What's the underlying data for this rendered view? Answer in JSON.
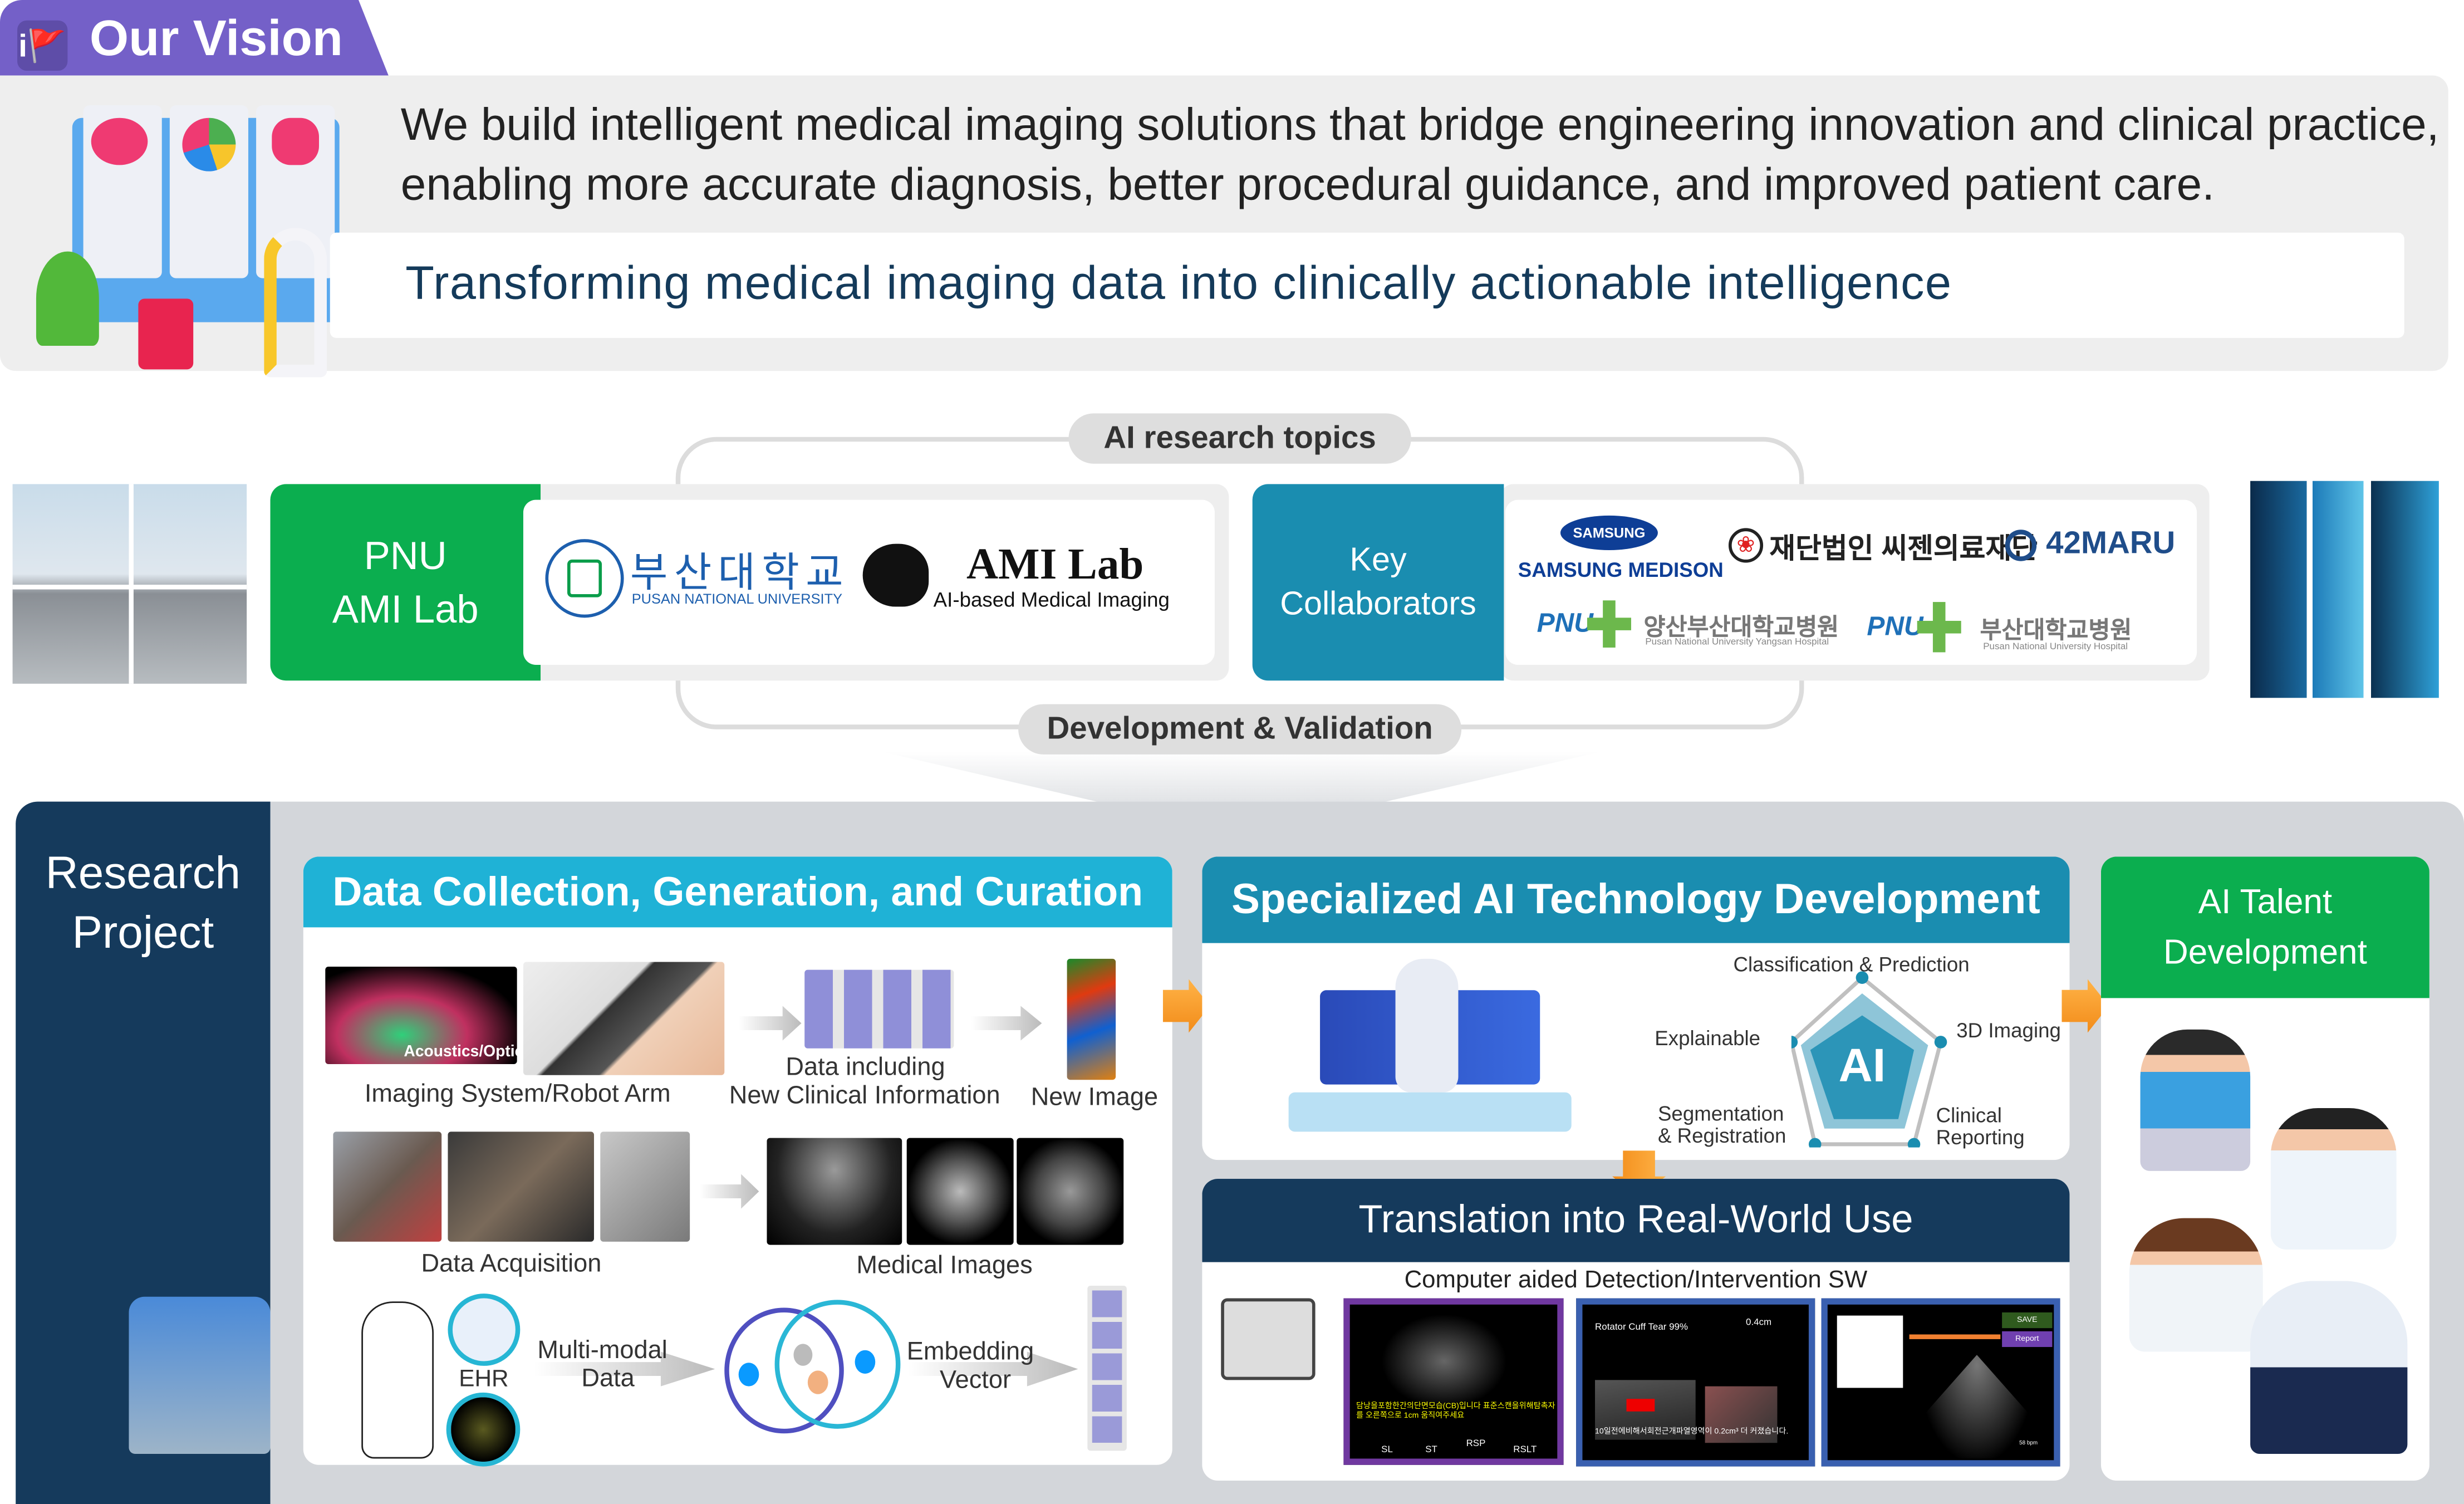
{
  "vision": {
    "title": "Our Vision",
    "statement": "We build intelligent medical imaging solutions that bridge engineering innovation and clinical practice, enabling more accurate diagnosis, better procedural guidance, and improved patient care.",
    "tagline": "Transforming medical imaging data into clinically actionable intelligence"
  },
  "hub": {
    "top_label": "AI research topics",
    "bottom_label": "Development & Validation",
    "lab": {
      "line1": "PNU",
      "line2": "AMI Lab"
    },
    "pnu_logo": {
      "korean": "부산대학교",
      "english": "PUSAN NATIONAL UNIVERSITY"
    },
    "ami_logo": {
      "title": "AMI Lab",
      "subtitle": "AI-based Medical Imaging"
    },
    "collaborators": {
      "line1": "Key",
      "line2": "Collaborators",
      "logos": [
        {
          "name": "SAMSUNG",
          "sub": "SAMSUNG MEDISON"
        },
        {
          "name": "재단법인 씨젠의료재단"
        },
        {
          "name": "42MARU"
        },
        {
          "name": "양산부산대학교병원",
          "sub": "Pusan National University Yangsan Hospital"
        },
        {
          "name": "부산대학교병원",
          "sub": "Pusan National University Hospital"
        }
      ],
      "pnuh_mark": "PNU"
    }
  },
  "research": {
    "title_line1": "Research",
    "title_line2": "Project",
    "data_collection": {
      "title": "Data Collection, Generation, and Curation",
      "acoustics_label": "Acoustics/Optic",
      "imaging_caption": "Imaging System/Robot Arm",
      "data_caption_line1": "Data including",
      "data_caption_line2": "New Clinical Information",
      "new_image_caption": "New Image",
      "acquisition_caption": "Data Acquisition",
      "medical_images_caption": "Medical Images",
      "ehr_label": "EHR",
      "multimodal_line1": "Multi-modal",
      "multimodal_line2": "Data",
      "embedding_line1": "Embedding",
      "embedding_line2": "Vector"
    },
    "ai_tech": {
      "title": "Specialized AI Technology Development",
      "center": "AI",
      "axes": [
        "Classification & Prediction",
        "3D Imaging",
        "Clinical",
        "Reporting",
        "Segmentation",
        "& Registration",
        "Explainable"
      ]
    },
    "translation": {
      "title": "Translation into Real-World Use",
      "subtitle": "Computer aided Detection/Intervention SW",
      "screen1_text": "담낭을포함한간의단면모습(CB)입니다 표준스캔을위해탐촉자를 오른쪽으로 1cm 움직여주세요",
      "screen1_views": [
        "SL",
        "ST",
        "RSP",
        "RSLT"
      ],
      "screen2_title": "Rotator Cuff Tear 99%",
      "screen2_measure": "0.4cm",
      "screen2_text": "10일전에비해서회전근개파열영역이 0.2cm³ 더 커졌습니다.",
      "screen3_save": "SAVE",
      "screen3_report": "Report",
      "screen3_bpm": "58 bpm"
    },
    "talent": {
      "line1": "AI Talent",
      "line2": "Development"
    }
  },
  "colors": {
    "purple": "#7460c8",
    "green": "#0bae4f",
    "teal": "#1a8db0",
    "cyan": "#1fb2d6",
    "navy": "#153a5c",
    "orange": "#f5951f"
  }
}
